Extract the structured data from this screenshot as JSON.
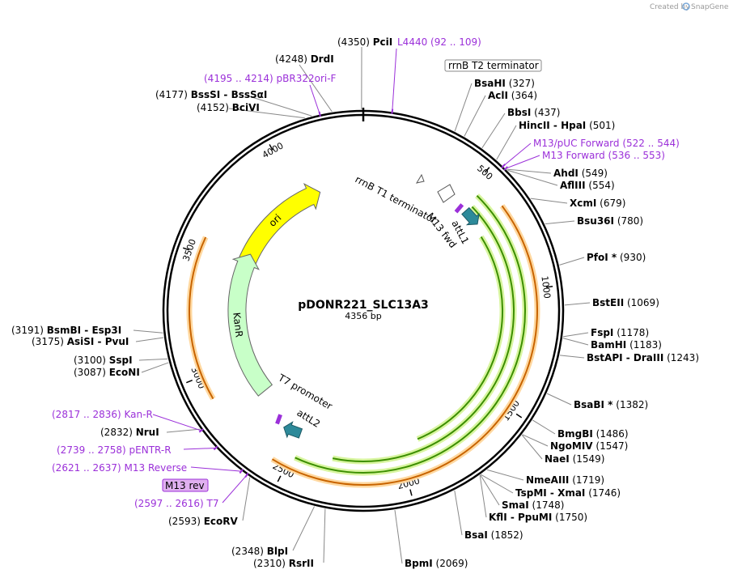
{
  "credit": {
    "created_by": "Created by",
    "brand": "SnapGene"
  },
  "map": {
    "name": "pDONR221_SLC13A3",
    "length_label": "4356 bp",
    "total_bp": 4356,
    "ticks": [
      "500",
      "1000",
      "1500",
      "2000",
      "2500",
      "3000",
      "3500",
      "4000"
    ]
  },
  "colors": {
    "ori": "#ffff00",
    "kanr": "#c8ffc8",
    "attL": "#2d8a9a",
    "green_arc": "#3c8f00",
    "orange_arc": "#c86400",
    "purple": "#9b30d9"
  },
  "features": [
    {
      "name": "ori",
      "start": 3526,
      "end": 4114,
      "kind": "ori"
    },
    {
      "name": "KanR",
      "start": 2795,
      "end": 3589,
      "kind": "kanr"
    },
    {
      "name": "attL1",
      "kind": "attl"
    },
    {
      "name": "attL2",
      "kind": "attl"
    },
    {
      "name": "M13 fwd",
      "kind": "primer"
    },
    {
      "name": "rrnB T1 terminator",
      "kind": "term"
    },
    {
      "name": "T7 promoter",
      "kind": "promoter"
    }
  ],
  "arcs": {
    "green_outer": {
      "start": 540,
      "end": 2480
    },
    "green_mid": {
      "start": 560,
      "end": 2320
    },
    "green_inner": {
      "start": 700,
      "end": 1900
    },
    "orange": {
      "start": 640,
      "end": 2560
    },
    "orange_left": {
      "start": 2900,
      "end": 3570
    }
  },
  "boxed": {
    "rrnb_t2": "rrnB T2 terminator",
    "m13_rev": "M13 rev"
  },
  "labels": [
    {
      "id": "pcii",
      "text": "PciI",
      "pos": "(4350)",
      "bp": 4350,
      "color": "black"
    },
    {
      "id": "drdi",
      "text": "DrdI",
      "pos": "(4248)",
      "bp": 4248,
      "color": "black"
    },
    {
      "id": "pbr322",
      "text": "pBR322ori-F",
      "pos": "(4195 .. 4214)",
      "bp": 4205,
      "color": "purple"
    },
    {
      "id": "bsssi",
      "text": "BssSI - BssSαI",
      "pos": "(4177)",
      "bp": 4177,
      "color": "black"
    },
    {
      "id": "bcivi",
      "text": "BciVI",
      "pos": "(4152)",
      "bp": 4152,
      "color": "black"
    },
    {
      "id": "l4440",
      "text": "L4440",
      "pos": "(92 .. 109)",
      "bp": 100,
      "color": "purple"
    },
    {
      "id": "bsahi",
      "text": "BsaHI",
      "pos": "(327)",
      "bp": 327,
      "color": "black"
    },
    {
      "id": "acli",
      "text": "AclI",
      "pos": "(364)",
      "bp": 364,
      "color": "black"
    },
    {
      "id": "bbsi",
      "text": "BbsI",
      "pos": "(437)",
      "bp": 437,
      "color": "black"
    },
    {
      "id": "hincii",
      "text": "HincII - HpaI",
      "pos": "(501)",
      "bp": 501,
      "color": "black"
    },
    {
      "id": "m13puc",
      "text": "M13/pUC Forward",
      "pos": "(522 .. 544)",
      "bp": 533,
      "color": "purple"
    },
    {
      "id": "m13fwd",
      "text": "M13 Forward",
      "pos": "(536 .. 553)",
      "bp": 545,
      "color": "purple"
    },
    {
      "id": "ahdi",
      "text": "AhdI",
      "pos": "(549)",
      "bp": 549,
      "color": "black"
    },
    {
      "id": "aflIII",
      "text": "AflIII",
      "pos": "(554)",
      "bp": 554,
      "color": "black"
    },
    {
      "id": "xcmi",
      "text": "XcmI",
      "pos": "(679)",
      "bp": 679,
      "color": "black"
    },
    {
      "id": "bsu36i",
      "text": "Bsu36I",
      "pos": "(780)",
      "bp": 780,
      "color": "black"
    },
    {
      "id": "pfoi",
      "text": "PfoI *",
      "pos": "(930)",
      "bp": 930,
      "color": "black"
    },
    {
      "id": "bsteii",
      "text": "BstEII",
      "pos": "(1069)",
      "bp": 1069,
      "color": "black"
    },
    {
      "id": "fspi",
      "text": "FspI",
      "pos": "(1178)",
      "bp": 1178,
      "color": "black"
    },
    {
      "id": "bamhi",
      "text": "BamHI",
      "pos": "(1183)",
      "bp": 1183,
      "color": "black"
    },
    {
      "id": "bstapi",
      "text": "BstAPI - DraIII",
      "pos": "(1243)",
      "bp": 1243,
      "color": "black"
    },
    {
      "id": "bsabi",
      "text": "BsaBI *",
      "pos": "(1382)",
      "bp": 1382,
      "color": "black"
    },
    {
      "id": "bmgbi",
      "text": "BmgBI",
      "pos": "(1486)",
      "bp": 1486,
      "color": "black"
    },
    {
      "id": "ngomiv",
      "text": "NgoMIV",
      "pos": "(1547)",
      "bp": 1547,
      "color": "black"
    },
    {
      "id": "naei",
      "text": "NaeI",
      "pos": "(1549)",
      "bp": 1549,
      "color": "black"
    },
    {
      "id": "nmeaiii",
      "text": "NmeAIII",
      "pos": "(1719)",
      "bp": 1719,
      "color": "black"
    },
    {
      "id": "tspmi",
      "text": "TspMI - XmaI",
      "pos": "(1746)",
      "bp": 1746,
      "color": "black"
    },
    {
      "id": "smai",
      "text": "SmaI",
      "pos": "(1748)",
      "bp": 1748,
      "color": "black"
    },
    {
      "id": "kfli",
      "text": "KflI - PpuMI",
      "pos": "(1750)",
      "bp": 1750,
      "color": "black"
    },
    {
      "id": "bsai",
      "text": "BsaI",
      "pos": "(1852)",
      "bp": 1852,
      "color": "black"
    },
    {
      "id": "bpmi",
      "text": "BpmI",
      "pos": "(2069)",
      "bp": 2069,
      "color": "black"
    },
    {
      "id": "rsrii",
      "text": "RsrII",
      "pos": "(2310)",
      "bp": 2310,
      "color": "black"
    },
    {
      "id": "blpi",
      "text": "BlpI",
      "pos": "(2348)",
      "bp": 2348,
      "color": "black"
    },
    {
      "id": "ecorv",
      "text": "EcoRV",
      "pos": "(2593)",
      "bp": 2593,
      "color": "black"
    },
    {
      "id": "t7",
      "text": "T7",
      "pos": "(2597 .. 2616)",
      "bp": 2606,
      "color": "purple"
    },
    {
      "id": "m13rev_site",
      "text": "M13 Reverse",
      "pos": "(2621 .. 2637)",
      "bp": 2629,
      "color": "purple"
    },
    {
      "id": "pentr",
      "text": "pENTR-R",
      "pos": "(2739 .. 2758)",
      "bp": 2748,
      "color": "purple"
    },
    {
      "id": "nrui",
      "text": "NruI",
      "pos": "(2832)",
      "bp": 2832,
      "color": "black"
    },
    {
      "id": "kanr_primer",
      "text": "Kan-R",
      "pos": "(2817 .. 2836)",
      "bp": 2826,
      "color": "purple"
    },
    {
      "id": "econi",
      "text": "EcoNI",
      "pos": "(3087)",
      "bp": 3087,
      "color": "black"
    },
    {
      "id": "sspi",
      "text": "SspI",
      "pos": "(3100)",
      "bp": 3100,
      "color": "black"
    },
    {
      "id": "asisi",
      "text": "AsiSI - PvuI",
      "pos": "(3175)",
      "bp": 3175,
      "color": "black"
    },
    {
      "id": "bsmbi",
      "text": "BsmBI - Esp3I",
      "pos": "(3191)",
      "bp": 3191,
      "color": "black"
    }
  ]
}
